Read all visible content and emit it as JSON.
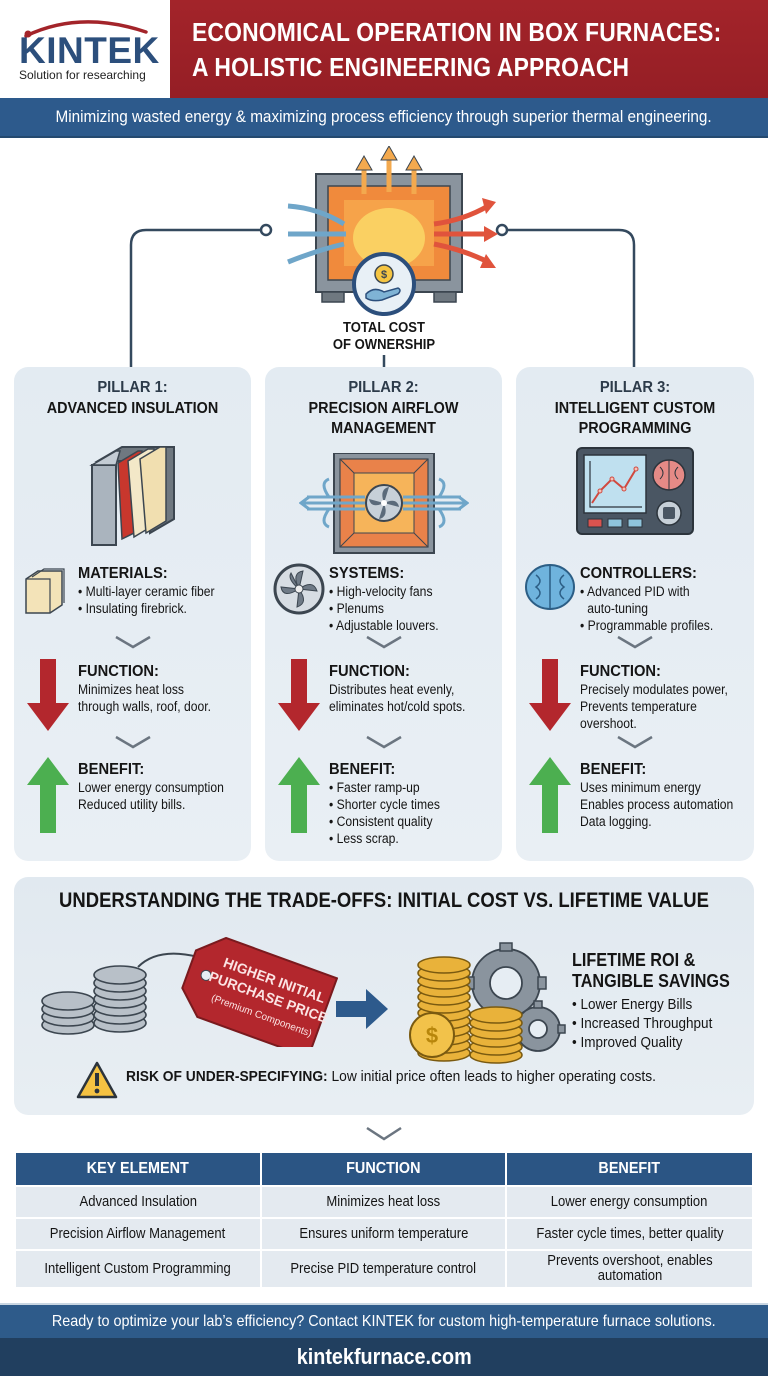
{
  "header": {
    "logo_word": "KINTEK",
    "logo_tagline": "Solution for researching",
    "title_line1": "ECONOMICAL OPERATION IN BOX FURNACES:",
    "title_line2": "A HOLISTIC ENGINEERING APPROACH",
    "subtitle": "Minimizing wasted energy & maximizing process efficiency through superior thermal engineering."
  },
  "hero": {
    "label_line1": "TOTAL COST",
    "label_line2": "OF OWNERSHIP",
    "icon": "furnace-cost-icon"
  },
  "pillars": [
    {
      "number": "PILLAR 1:",
      "title_line1": "ADVANCED INSULATION",
      "title_line2": "",
      "section1_heading": "MATERIALS:",
      "section1_items": [
        "• Multi-layer ceramic fiber",
        "• Insulating firebrick."
      ],
      "function_heading": "FUNCTION:",
      "function_lines": [
        "Minimizes heat loss",
        "through walls, roof, door."
      ],
      "benefit_heading": "BENEFIT:",
      "benefit_lines": [
        "Lower energy consumption",
        "Reduced utility bills."
      ]
    },
    {
      "number": "PILLAR 2:",
      "title_line1": "PRECISION AIRFLOW",
      "title_line2": "MANAGEMENT",
      "section1_heading": "SYSTEMS:",
      "section1_items": [
        "• High-velocity fans",
        "• Plenums",
        "• Adjustable louvers."
      ],
      "function_heading": "FUNCTION:",
      "function_lines": [
        "Distributes heat evenly,",
        "eliminates hot/cold spots."
      ],
      "benefit_heading": "BENEFIT:",
      "benefit_lines": [
        "• Faster ramp-up",
        "• Shorter cycle times",
        "• Consistent quality",
        "• Less scrap."
      ]
    },
    {
      "number": "PILLAR 3:",
      "title_line1": "INTELLIGENT CUSTOM",
      "title_line2": "PROGRAMMING",
      "section1_heading": "CONTROLLERS:",
      "section1_items": [
        "• Advanced PID with",
        "  auto-tuning",
        "• Programmable profiles."
      ],
      "function_heading": "FUNCTION:",
      "function_lines": [
        "Precisely modulates power,",
        "Prevents temperature",
        "overshoot."
      ],
      "benefit_heading": "BENEFIT:",
      "benefit_lines": [
        "Uses minimum energy",
        "Enables process automation",
        "Data logging."
      ]
    }
  ],
  "tradeoffs": {
    "title": "UNDERSTANDING THE TRADE-OFFS: INITIAL COST VS. LIFETIME VALUE",
    "tag_line1": "HIGHER INITIAL",
    "tag_line2": "PURCHASE PRICE",
    "tag_line3": "(Premium Components)",
    "roi_title_line1": "LIFETIME ROI &",
    "roi_title_line2": "TANGIBLE SAVINGS",
    "roi_items": [
      "• Lower Energy Bills",
      "• Increased Throughput",
      "• Improved Quality"
    ],
    "risk_label": "RISK OF UNDER-SPECIFYING:",
    "risk_text": " Low initial price often leads to higher operating costs."
  },
  "table": {
    "headers": [
      "KEY ELEMENT",
      "FUNCTION",
      "BENEFIT"
    ],
    "rows": [
      [
        "Advanced Insulation",
        "Minimizes heat loss",
        "Lower energy consumption"
      ],
      [
        "Precision Airflow Management",
        "Ensures uniform temperature",
        "Faster cycle times, better quality"
      ],
      [
        "Intelligent Custom Programming",
        "Precise PID temperature control",
        "Prevents overshoot, enables automation"
      ]
    ]
  },
  "footer": {
    "cta": "Ready to optimize your lab’s efficiency? Contact KINTEK for custom high-temperature furnace solutions.",
    "website": "kintekfurnace.com"
  },
  "colors": {
    "brand_red": "#a3242a",
    "brand_blue": "#2d5a8c",
    "navy": "#213f5f",
    "panel_bg": "#e6edf3",
    "down_arrow_red": "#b3272d",
    "up_arrow_green": "#4caf50",
    "accent_orange": "#f08a3c"
  }
}
